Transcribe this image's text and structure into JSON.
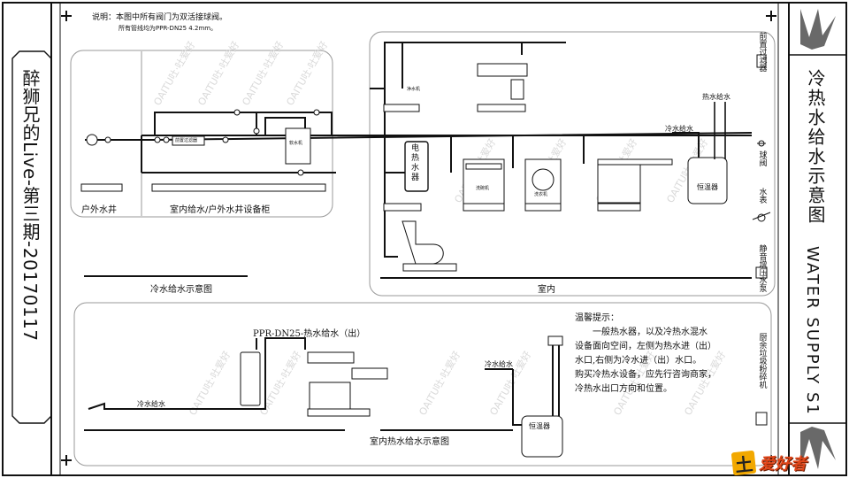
{
  "left_title": "醉狮兄的Live-第三期-20170117",
  "right_title_cn": "冷热水给水示意图",
  "right_title_en": "WATER SUPPLY  S1",
  "notes": {
    "line1": "说明：本图中所有阀门为双活接球阀。",
    "line2": "所有管线均为PPR-DN25  4.2mm。"
  },
  "cold_section": {
    "outdoor_well": "户外水井",
    "indoor_cabinet": "室内给水/户外水井设备柜",
    "diagram_title": "冷水给水示意图",
    "indoor": "室内",
    "electric_heater": "电热水器",
    "hot_water_supply": "热水给水",
    "cold_water_supply": "冷水给水",
    "constant_temp": "恒温器",
    "washer_label": "洗衣机",
    "dish_label": "洗碗机",
    "prefilter_small": "前置过滤器",
    "softener_small": "软水机",
    "purifier_small": "净水机"
  },
  "hot_section": {
    "pipe_label": "PPR-DN25-热水给水（出）",
    "cold_supply": "冷水给水",
    "cold_supply_right": "冷水给水",
    "constant_temp": "恒温器",
    "diagram_title": "室内热水给水示意图"
  },
  "tip": {
    "title": "温馨提示：",
    "lines": [
      "一般热水器，以及冷热水混水",
      "设备面向空间，左侧为热水进（出）",
      "水口,右侧为冷水进（出）水口。",
      "购买冷热水设备，应先行咨询商家，",
      "冷热水出口方向和位置。"
    ]
  },
  "legend": [
    {
      "label": "前置过滤器",
      "icon": "prefilter-icon"
    },
    {
      "label": "球阀",
      "icon": "ball-valve-icon"
    },
    {
      "label": "水表",
      "icon": "water-meter-icon"
    },
    {
      "label": "静音增压水泵",
      "icon": "booster-pump-icon"
    },
    {
      "label": "厨余垃圾粉碎机",
      "icon": "garbage-disposer-icon"
    }
  ],
  "logo": {
    "mark": "土",
    "text": "爱好者"
  },
  "colors": {
    "line": "#111111",
    "grid": "#888888",
    "watermark": "#d9d9d9",
    "logo_orange": "#e0461a"
  }
}
